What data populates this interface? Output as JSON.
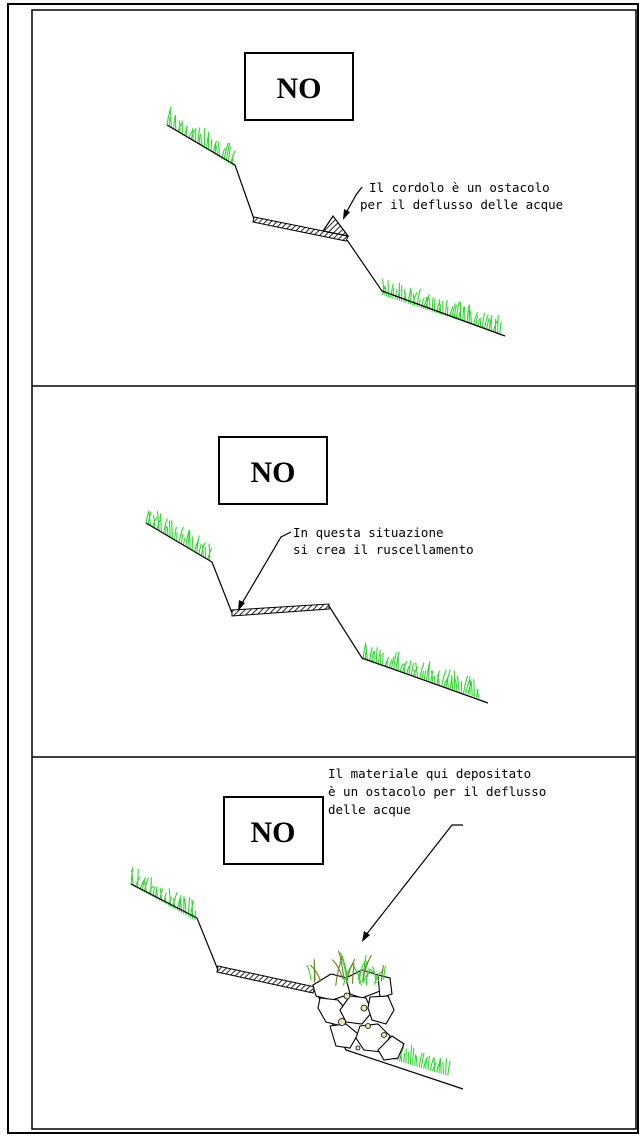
{
  "panels": [
    {
      "label": "NO",
      "note_lines": [
        "Il cordolo è un ostacolo",
        "per il deflusso delle acque"
      ]
    },
    {
      "label": "NO",
      "note_lines": [
        "In questa situazione",
        "si crea il ruscellamento"
      ]
    },
    {
      "label": "NO",
      "note_lines": [
        "Il materiale qui depositato",
        "è un ostacolo per il deflusso",
        "delle acque"
      ]
    }
  ],
  "colors": {
    "line": "#000000",
    "grass": "#2fd62f",
    "dry_grass": "#6b7d1a",
    "hatch": "#333333",
    "background": "#ffffff"
  }
}
